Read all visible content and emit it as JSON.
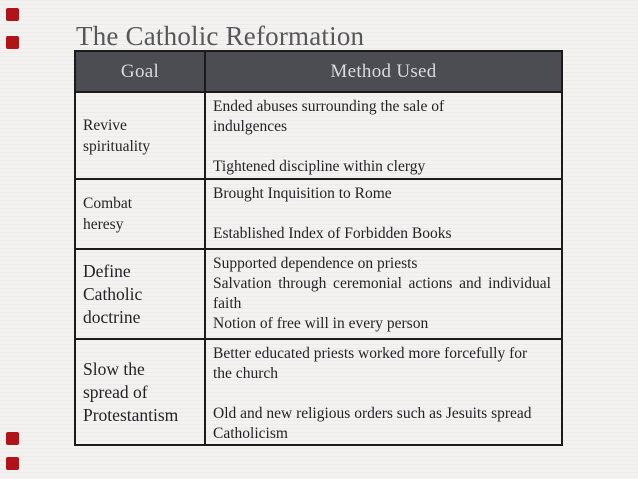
{
  "slide": {
    "title": "The Catholic Reformation"
  },
  "table": {
    "headers": [
      "Goal",
      "Method Used"
    ],
    "rows": [
      {
        "goal": "Revive\nspirituality",
        "methods": [
          "Ended abuses surrounding the sale of\nindulgences",
          "Tightened discipline within clergy"
        ]
      },
      {
        "goal": "Combat\nheresy",
        "methods": [
          "Brought Inquisition to Rome",
          "Established Index of Forbidden Books"
        ]
      },
      {
        "goal": "Define\nCatholic\ndoctrine",
        "methods": [
          "Supported dependence on priests",
          "Salvation through ceremonial actions and individual faith",
          "Notion of free will in every person"
        ]
      },
      {
        "goal": "Slow the\nspread of\nProtestantism",
        "methods": [
          "Better educated priests worked more forcefully for\nthe church",
          "Old and new religious orders such as Jesuits spread\nCatholicism"
        ]
      }
    ]
  },
  "colors": {
    "header_background": "#4b4d52",
    "header_text": "#d9dadc",
    "body_text": "#232327",
    "table_border": "#1b1b1b",
    "slide_background": "#f3f2f0",
    "title_text": "#56575b",
    "edge_mark_red": "#b01418"
  }
}
